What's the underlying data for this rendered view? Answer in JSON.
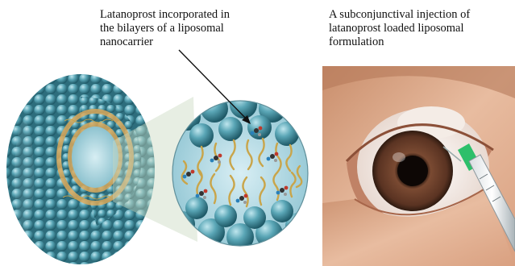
{
  "labels": {
    "left": "Latanoprost incorporated in\nthe bilayers of a liposomal\nnanocarrier",
    "right": "A subconjunctival injection of\nlatanoprost loaded liposomal\nformulation"
  },
  "colors": {
    "sphere": "#4e98a8",
    "sphere_dark": "#2c6f80",
    "lipid_tail": "#c9a54a",
    "skin": "#e5b49a",
    "iris": "#6a4030",
    "needle": "#2dbf6a"
  },
  "icons": [
    "liposome-cutaway",
    "magnified-bilayer",
    "eye-injection"
  ]
}
